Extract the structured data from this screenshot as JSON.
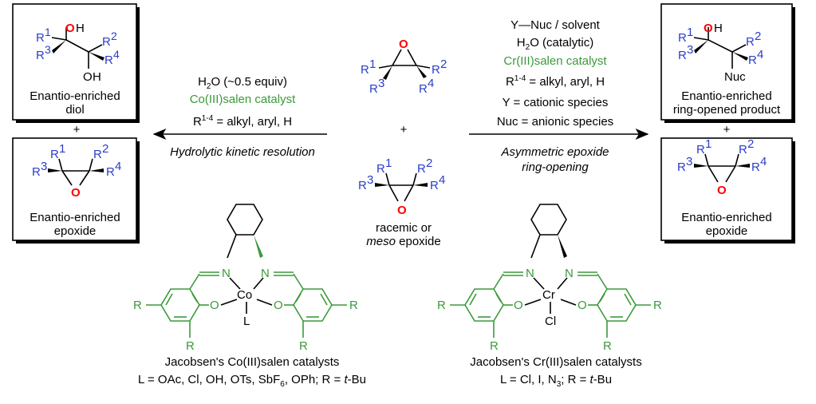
{
  "left_conditions": {
    "line1_base": "H",
    "line1_sub": "2",
    "line1_rest": "O  (~0.5 equiv)",
    "line2": "Co(III)salen catalyst",
    "line3_base": "R",
    "line3_sup": "1-4",
    "line3_rest": " = alkyl, aryl, H",
    "caption": "Hydrolytic kinetic resolution"
  },
  "right_conditions": {
    "line1": "Y—Nuc / solvent",
    "line2_base": "H",
    "line2_sub": "2",
    "line2_rest": "O (catalytic)",
    "line3": "Cr(III)salen catalyst",
    "line4_base": "R",
    "line4_sup": "1-4",
    "line4_rest": " = alkyl, aryl, H",
    "line5": "Y = cationic species",
    "line6": "Nuc = anionic species",
    "caption1": "Asymmetric epoxide",
    "caption2": "ring-opening"
  },
  "center": {
    "plus": "+",
    "caption1": "racemic or",
    "caption2_it": "meso",
    "caption2_rest": " epoxide"
  },
  "boxes": {
    "diol_label1": "Enantio-enriched",
    "diol_label2": "diol",
    "epoxide_left_label1": "Enantio-enriched",
    "epoxide_left_label2": "epoxide",
    "product_label1": "Enantio-enriched",
    "product_label2": "ring-opened product",
    "epoxide_right_label1": "Enantio-enriched",
    "epoxide_right_label2": "epoxide",
    "plus": "+"
  },
  "atoms": {
    "O": "O",
    "OH_O": "O",
    "OH_H": "H",
    "Nuc": "Nuc",
    "R": "R",
    "sup1": "1",
    "sup2": "2",
    "sup3": "3",
    "sup4": "4",
    "N": "N",
    "Co": "Co",
    "Cr": "Cr",
    "L": "L",
    "Cl": "Cl"
  },
  "co_catalyst": {
    "name": "Jacobsen's Co(III)salen catalysts",
    "ligands_pre": "L = OAc, Cl, OH, OTs, SbF",
    "ligands_sub": "6",
    "ligands_post": ", OPh; R = ",
    "ligands_it": "t",
    "ligands_end": "-Bu"
  },
  "cr_catalyst": {
    "name": "Jacobsen's Cr(III)salen catalysts",
    "ligands_pre": "L = Cl, I, N",
    "ligands_sub": "3",
    "ligands_post": "; R = ",
    "ligands_it": "t",
    "ligands_end": "-Bu"
  },
  "colors": {
    "green": "#3a9a3a",
    "blue": "#2b3dcc",
    "red": "#ff0000"
  }
}
